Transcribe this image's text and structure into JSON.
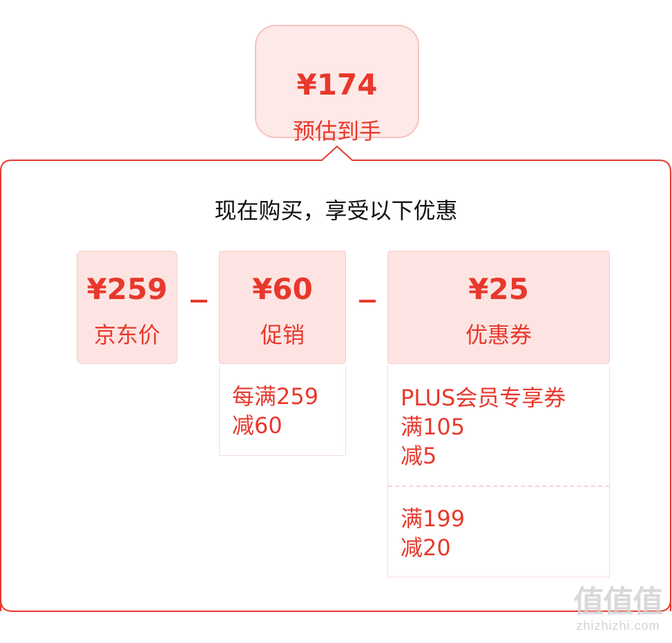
{
  "estimate": {
    "price": "¥174",
    "label": "预估到手"
  },
  "panel": {
    "title": "现在购买，享受以下优惠"
  },
  "cards": {
    "jd_price": {
      "price": "¥259",
      "label": "京东价"
    },
    "promotion": {
      "price": "¥60",
      "label": "促销"
    },
    "coupon": {
      "price": "¥25",
      "label": "优惠券"
    }
  },
  "promotion_detail": {
    "line1": "每满259",
    "line2": "减60"
  },
  "coupon_detail": {
    "item1": {
      "line1": "PLUS会员专享券",
      "line2": "满105",
      "line3": "减5"
    },
    "item2": {
      "line1": "满199",
      "line2": "减20"
    }
  },
  "watermark": {
    "mark": "值值值",
    "url": "zhizhizhi.com"
  },
  "colors": {
    "accent": "#e8382c",
    "card_bg": "#fde4e2",
    "border": "#f9cbc6"
  }
}
